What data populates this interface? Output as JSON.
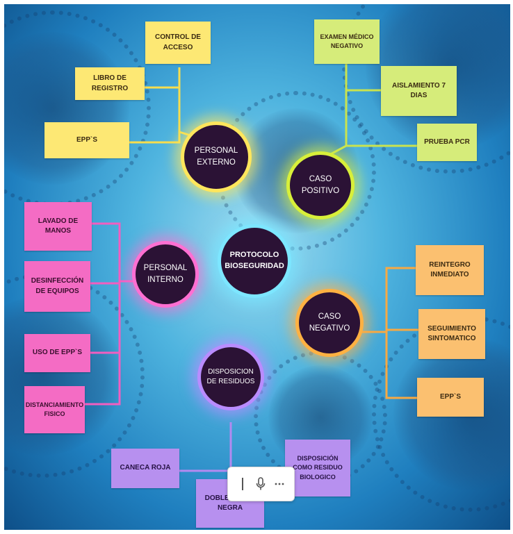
{
  "center": {
    "label": "PROTOCOLO\nBIOSEGURIDAD"
  },
  "hubs": {
    "personal_externo": "PERSONAL\nEXTERNO",
    "caso_positivo": "CASO\nPOSITIVO",
    "personal_interno": "PERSONAL\nINTERNO",
    "caso_negativo": "CASO\nNEGATIVO",
    "disposicion_residuos": "DISPOSICION\nDE RESIDUOS"
  },
  "nodes": {
    "control_acceso": "CONTROL DE\nACCESO",
    "libro_registro": "LIBRO DE\nREGISTRO",
    "epps_externo": "EPP`S",
    "examen_medico": "EXAMEN MÉDICO\nNEGATIVO",
    "aislamiento": "AISLAMIENTO 7\nDIAS",
    "prueba_pcr": "PRUEBA PCR",
    "lavado_manos": "LAVADO DE\nMANOS",
    "desinfeccion": "DESINFECCIÓN\nDE EQUIPOS",
    "uso_epps": "USO DE EPP`S",
    "distanciamiento": "DISTANCIAMIENTO\nFISICO",
    "reintegro": "REINTEGRO\nINMEDIATO",
    "seguimiento": "SEGUIMIENTO\nSINTOMATICO",
    "epps_negativo": "EPP`S",
    "caneca_roja": "CANECA ROJA",
    "doble_bolsa": "DOBLE BOLSA\nNEGRA",
    "disposicion_residuo": "DISPOSICIÓN\nCOMO RESIDUO\nBIOLOGICO"
  },
  "colors": {
    "yellow": "#fde874",
    "green": "#d6ec7a",
    "pink": "#f46cc4",
    "orange": "#fbc070",
    "purple": "#b790ef",
    "hub": "#2b1235"
  },
  "toolbar": {
    "text_cursor_icon": "text-cursor-icon",
    "mic_icon": "microphone-icon",
    "more_icon": "more-options-icon"
  }
}
